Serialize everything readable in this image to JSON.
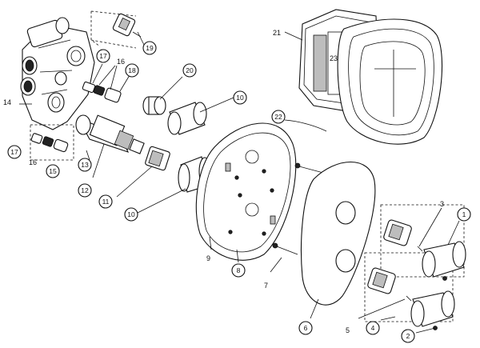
{
  "diagram": {
    "callouts_circled": [
      "1",
      "2",
      "4",
      "6",
      "8",
      "10",
      "10",
      "11",
      "12",
      "13",
      "15",
      "17",
      "17",
      "18",
      "19",
      "20",
      "22"
    ],
    "labels_plain": [
      "3",
      "5",
      "7",
      "9",
      "14",
      "16",
      "16",
      "21",
      "23"
    ]
  }
}
